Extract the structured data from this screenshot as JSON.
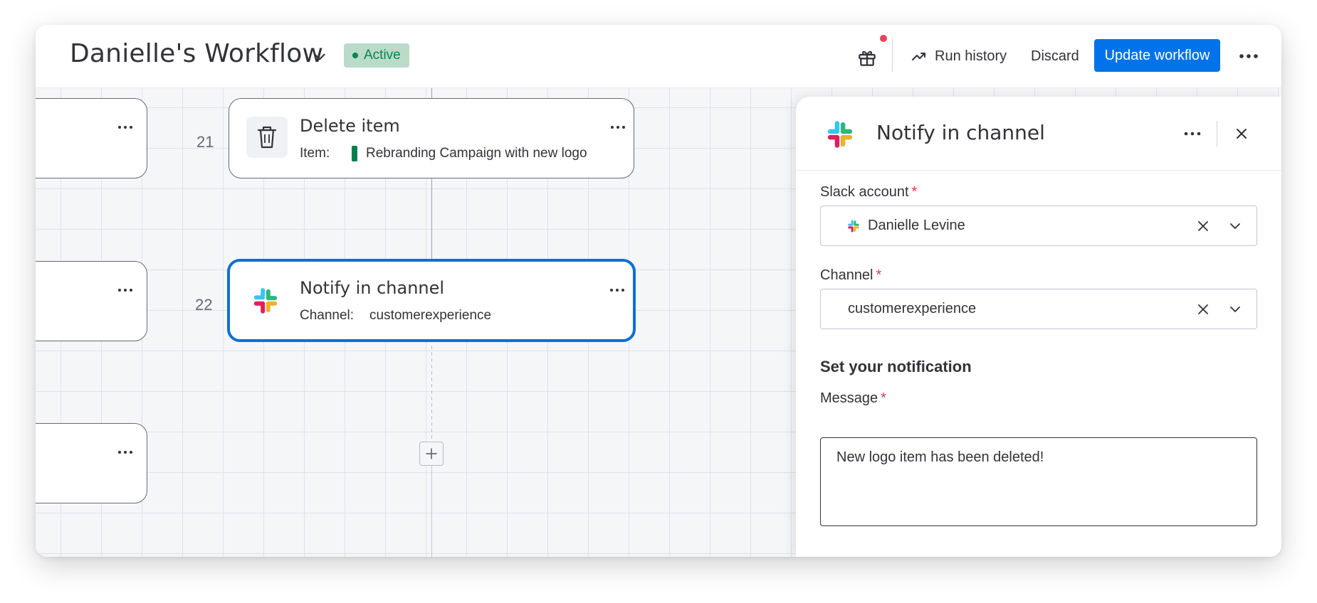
{
  "header": {
    "title": "Danielle's Workflow",
    "status": "Active",
    "run_history_label": "Run history",
    "discard_label": "Discard",
    "update_label": "Update workflow"
  },
  "canvas": {
    "steps": [
      {
        "number": "21",
        "title": "Delete item",
        "sub_label": "Item:",
        "sub_value": "Rebranding Campaign with new logo"
      },
      {
        "number": "22",
        "title": "Notify in channel",
        "sub_label": "Channel:",
        "sub_value": "customerexperience"
      }
    ]
  },
  "panel": {
    "title": "Notify in channel",
    "slack_account": {
      "label": "Slack account",
      "value": "Danielle Levine"
    },
    "channel": {
      "label": "Channel",
      "value": "customerexperience"
    },
    "section_title": "Set your notification",
    "message": {
      "label": "Message",
      "value": "New logo item has been deleted!"
    },
    "required_marker": "*"
  },
  "colors": {
    "primary": "#0073ea",
    "status_bg": "#bbdbc9",
    "status_text": "#00854d",
    "selected_border": "#0f6fd6",
    "required": "#d83a52",
    "item_group": "#037f4c"
  },
  "icons": {
    "gift": "gift-icon",
    "run_history": "trend-up-icon",
    "more": "more-horizontal-icon",
    "close": "close-icon",
    "chevron": "chevron-down-icon",
    "trash": "trash-icon",
    "slack": "slack-logo-icon",
    "plus": "plus-icon"
  }
}
